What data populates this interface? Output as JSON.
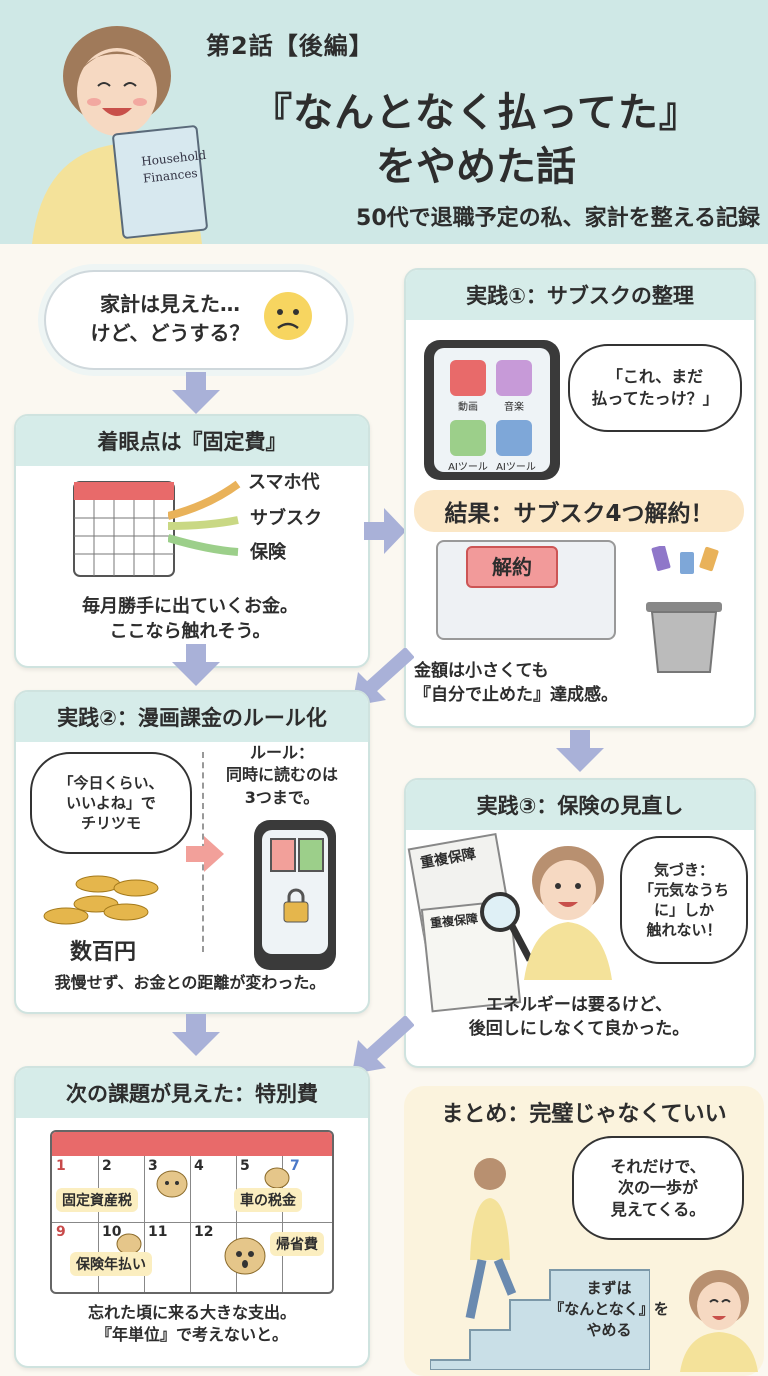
{
  "header": {
    "episode": "第2話【後編】",
    "title_line1": "『なんとなく払ってた』",
    "title_line2": "をやめた話",
    "subtitle": "50代で退職予定の私、家計を整える記録",
    "notebook_text": "Household Finances"
  },
  "intro": {
    "thought": "家計は見えた…\nけど、どうする？"
  },
  "focus": {
    "title": "着眼点は『固定費』",
    "items": [
      "スマホ代",
      "サブスク",
      "保険"
    ],
    "caption": "毎月勝手に出ていくお金。\nここなら触れそう。"
  },
  "practice1": {
    "title": "実践①：サブスクの整理",
    "apps": [
      "動画",
      "音楽",
      "AIツール",
      "AIツール"
    ],
    "bubble": "「これ、まだ\n払ってたっけ？」",
    "result": "結果：サブスク4つ解約！",
    "cancel_button": "解約",
    "caption": "金額は小さくても\n『自分で止めた』達成感。"
  },
  "practice2": {
    "title": "実践②：漫画課金のルール化",
    "bubble": "「今日くらい、\nいいよね」で\nチリツモ",
    "amount": "数百円",
    "rule": "ルール：\n同時に読むのは\n3つまで。",
    "caption": "我慢せず、お金との距離が変わった。"
  },
  "practice3": {
    "title": "実践③：保険の見直し",
    "doc1": "重複保障",
    "doc2": "重複保障",
    "bubble": "気づき：\n「元気なうち\nに」しか\n触れない！",
    "caption": "エネルギーは要るけど、\n後回しにしなくて良かった。"
  },
  "next": {
    "title": "次の課題が見えた：特別費",
    "cal_numbers": [
      "1",
      "2",
      "3",
      "4",
      "5",
      "7",
      "9",
      "10",
      "11",
      "12"
    ],
    "labels": [
      "固定資産税",
      "車の税金",
      "保険年払い",
      "帰省費"
    ],
    "caption": "忘れた頃に来る大きな支出。\n『年単位』で考えないと。"
  },
  "summary": {
    "title": "まとめ：完璧じゃなくていい",
    "bubble": "それだけで、\n次の一歩が\n見えてくる。",
    "stairs_text": "まずは\n『なんとなく』を\nやめる"
  },
  "colors": {
    "header_bg": "#cfe8e6",
    "card_title_bg": "#d6ece9",
    "arrow": "#a9b1d8",
    "accent_red": "#e86a6a",
    "coin": "#e5b64c"
  }
}
